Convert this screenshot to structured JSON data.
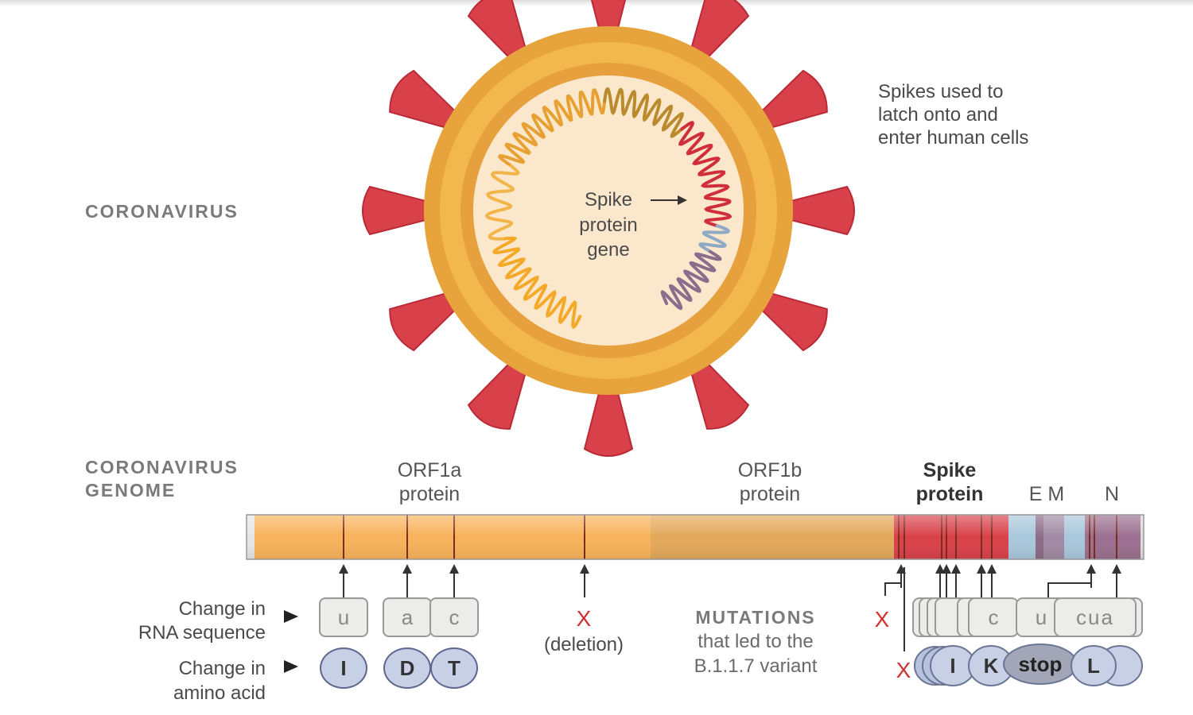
{
  "virus": {
    "section_label": "CORONAVIRUS",
    "spikes_note": [
      "Spikes used to",
      "latch onto and",
      "enter human cells"
    ],
    "gene_label": [
      "Spike",
      "protein",
      "gene"
    ]
  },
  "genome": {
    "section_label": [
      "CORONAVIRUS",
      "GENOME"
    ],
    "genes": [
      {
        "label": [
          "ORF1a",
          "protein"
        ],
        "bold": false
      },
      {
        "label": [
          "ORF1b",
          "protein"
        ],
        "bold": false
      },
      {
        "label": [
          "Spike",
          "protein"
        ],
        "bold": true
      },
      {
        "label": [
          "E M"
        ],
        "bold": false
      },
      {
        "label": [
          "N"
        ],
        "bold": false
      }
    ],
    "row_labels": {
      "rna": [
        "Change in",
        "RNA sequence"
      ],
      "amino": [
        "Change in",
        "amino acid"
      ]
    },
    "mutations": [
      {
        "rna": "u",
        "amino": "I"
      },
      {
        "rna": "a",
        "amino": "D"
      },
      {
        "rna": "c",
        "amino": "T"
      }
    ],
    "deletion": {
      "mark": "X",
      "label": "(deletion)"
    },
    "spike_cluster": {
      "deletion_marks": [
        "X",
        "X"
      ],
      "rna": [
        "c",
        "u",
        "cua"
      ],
      "amino": [
        "I",
        "K",
        "stop",
        "L"
      ]
    },
    "center_note": {
      "title": "MUTATIONS",
      "lines": [
        "that led to the",
        "B.1.1.7 variant"
      ]
    }
  },
  "colors": {
    "orf1a": "#f7b25a",
    "orf1b": "#e3a85a",
    "spike": "#d9414a",
    "spike_stroke": "#b92a36",
    "envelope": "#e9a640",
    "core": "#fbe6c8",
    "mutation_circle": "#c8d0e6",
    "mutation_box": "#ececea",
    "deletion_x": "#d32f2f"
  }
}
